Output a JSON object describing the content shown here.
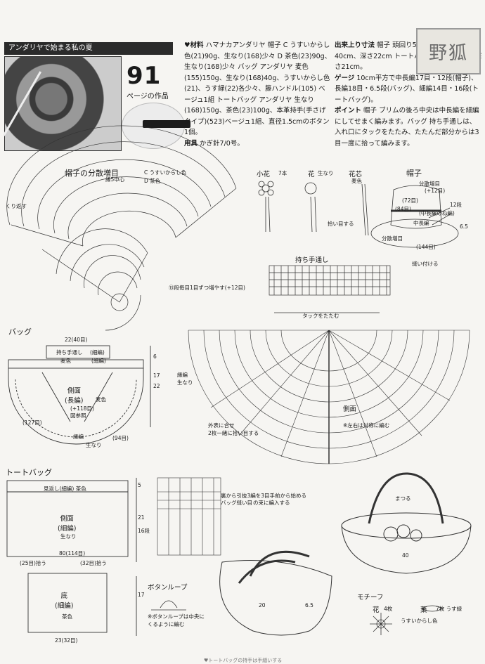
{
  "header": {
    "banner": "アンダリヤで始まる私の夏",
    "pattern_number": "91",
    "page_ref": "ページの作品"
  },
  "materials": {
    "heading": "♥材料",
    "text": "ハマナカアンダリヤ 帽子 C うすいからし色(21)90g、生なり(168)少々 D 茶色(23)90g、生なり(168)少々 バッグ アンダリヤ 麦色(155)150g、生なり(168)40g、うすいからし色(21)、うす緑(22)各少々、籐ハンドル(105) ベージュ1組 トートバッグ アンダリヤ 生なり(168)150g、茶色(23)100g、本革持手(手さげタイプ)(523)ベージュ1組、直径1.5cmのボタン1個。",
    "tools_heading": "用具",
    "tools": "かぎ針7/0号。"
  },
  "finished_size": {
    "heading": "出来上り寸法",
    "text": "帽子 頭回り56cm バッグ 幅40cm、深さ22cm トートバッグ 底丈23cm、深さ21cm。"
  },
  "gauge": {
    "heading": "ゲージ",
    "text": "10cm平方で中長編17目・12段(帽子)、長編18目・6.5段(バッグ)、細編14目・16段(トートバッグ)。"
  },
  "point": {
    "heading": "ポイント",
    "text": "帽子 ブリムの後ろ中央は中長編を細編にしてせまく編みます。バッグ 持ち手通しは、入れ口にタックをたたみ、たたんだ部分からは3目一度に拾って編みます。"
  },
  "stamp": "野狐",
  "diagram_labels": {
    "hat_increase_title": "帽子の分散増目",
    "legend_c": "C うすいからし色",
    "legend_d": "D 茶色",
    "edge_marks": "縁5中心",
    "brim_edge": "くり返す",
    "hat_start": "⑬段毎目1目ずつ増やす(+12目)",
    "small_flower": "小花",
    "small_flower_count": "7本",
    "flower": "花",
    "flower_color": "生なり",
    "flower_center": "花芯",
    "flower_center_color": "麦色",
    "hat": "帽子",
    "hat_increase": "分散増目",
    "hat_inc_val": "(+12目)",
    "hat_dim1": "(72目)",
    "hat_dim2": "(84目)",
    "hat_mid": "中長編",
    "hat_mid2": "(中長編のね編)",
    "hat_brim_inc": "分散増目",
    "hat_brim_bottom": "(144目)",
    "hat_dims_12": "12段",
    "hat_dims_6_5": "6.5",
    "strap_title": "持ち手通し",
    "tuck": "タックをたたむ",
    "bag_title": "バッグ",
    "bag_width": "22(40目)",
    "bag_strap": "持ち手通し",
    "bag_strap_edge": "(細編)",
    "bag_color1": "麦色",
    "bag_color2": "(細編)",
    "bag_side": "側面",
    "bag_stitch": "(長編)",
    "bag_color3": "麦色",
    "bag_inc": "(+118目)",
    "bag_ref": "図参照",
    "bag_127": "(127目)",
    "bag_edge": "縁編",
    "bag_edge_color": "生なり",
    "bag_94": "(94目)",
    "bag_height": "22",
    "bag_17": "17",
    "bag_6": "6",
    "bag_side_label": "側面",
    "bag_side_note": "※左右は対称に編む",
    "bag_outer": "外表に合せ\n2枚一緒に拾い目する",
    "bag_edge_label2": "縁編\n生なり",
    "tote_title": "トートバッグ",
    "tote_facing": "見返し(細編) 茶色",
    "tote_side": "側面\n(細編)",
    "tote_color": "生なり",
    "tote_80": "80(114目)",
    "tote_25": "(25目)拾う",
    "tote_32": "(32目)拾う",
    "tote_base": "底\n(細編)",
    "tote_base_color": "茶色",
    "tote_23": "23(32目)",
    "tote_17": "17",
    "tote_21": "21",
    "tote_16": "16段",
    "tote_5": "5",
    "tote_chart_note1": "裏から引抜3編を3目手前から始める",
    "tote_chart_note2": "バッグ縫い目",
    "tote_chart_note3": "の束に編入する",
    "button_loop": "ボタンループ",
    "button_note": "※ボタンループは中央に\nくるように編む",
    "motif": "モチーフ",
    "motif_flower": "花",
    "motif_flower_count": "4枚",
    "motif_leaf": "葉",
    "motif_leaf_count": "7枚 うす緑",
    "motif_color": "うすいからし色",
    "bag_illus_40": "40",
    "bag_illus_mat": "まつる",
    "tote_illus_20": "20",
    "tote_illus_65": "6.5",
    "pickup_note": "拾い目する",
    "sew_note": "縫い付ける",
    "footer": "♥トートバッグの持手は手縫いする"
  }
}
